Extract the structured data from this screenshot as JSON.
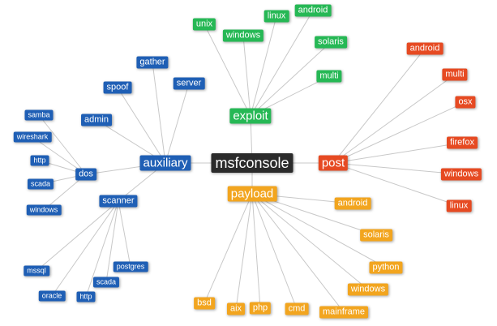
{
  "colors": {
    "root": "#2b2b2b",
    "auxiliary": "#1f5fb5",
    "exploit": "#26b855",
    "post": "#e64a22",
    "payload": "#f2a51f",
    "edge": "#c8c8c8"
  },
  "root": {
    "id": "msfconsole",
    "label": "msfconsole"
  },
  "categories": [
    {
      "id": "auxiliary",
      "label": "auxiliary"
    },
    {
      "id": "exploit",
      "label": "exploit"
    },
    {
      "id": "post",
      "label": "post"
    },
    {
      "id": "payload",
      "label": "payload"
    }
  ],
  "auxiliary_children": [
    {
      "id": "gather",
      "label": "gather"
    },
    {
      "id": "spoof",
      "label": "spoof"
    },
    {
      "id": "server",
      "label": "server"
    },
    {
      "id": "admin",
      "label": "admin"
    },
    {
      "id": "dos",
      "label": "dos"
    },
    {
      "id": "scanner",
      "label": "scanner"
    }
  ],
  "dos_children": [
    {
      "id": "samba",
      "label": "samba"
    },
    {
      "id": "wireshark",
      "label": "wireshark"
    },
    {
      "id": "http",
      "label": "http"
    },
    {
      "id": "scada",
      "label": "scada"
    },
    {
      "id": "windows",
      "label": "windows"
    }
  ],
  "scanner_children": [
    {
      "id": "mssql",
      "label": "mssql"
    },
    {
      "id": "oracle",
      "label": "oracle"
    },
    {
      "id": "http",
      "label": "http"
    },
    {
      "id": "scada",
      "label": "scada"
    },
    {
      "id": "postgres",
      "label": "postgres"
    }
  ],
  "exploit_children": [
    {
      "id": "unix",
      "label": "unix"
    },
    {
      "id": "windows",
      "label": "windows"
    },
    {
      "id": "linux",
      "label": "linux"
    },
    {
      "id": "android",
      "label": "android"
    },
    {
      "id": "solaris",
      "label": "solaris"
    },
    {
      "id": "multi",
      "label": "multi"
    }
  ],
  "post_children": [
    {
      "id": "android",
      "label": "android"
    },
    {
      "id": "multi",
      "label": "multi"
    },
    {
      "id": "osx",
      "label": "osx"
    },
    {
      "id": "firefox",
      "label": "firefox"
    },
    {
      "id": "windows",
      "label": "windows"
    },
    {
      "id": "linux",
      "label": "linux"
    }
  ],
  "payload_children": [
    {
      "id": "android",
      "label": "android"
    },
    {
      "id": "solaris",
      "label": "solaris"
    },
    {
      "id": "python",
      "label": "python"
    },
    {
      "id": "windows",
      "label": "windows"
    },
    {
      "id": "mainframe",
      "label": "mainframe"
    },
    {
      "id": "cmd",
      "label": "cmd"
    },
    {
      "id": "php",
      "label": "php"
    },
    {
      "id": "aix",
      "label": "aix"
    },
    {
      "id": "bsd",
      "label": "bsd"
    }
  ]
}
